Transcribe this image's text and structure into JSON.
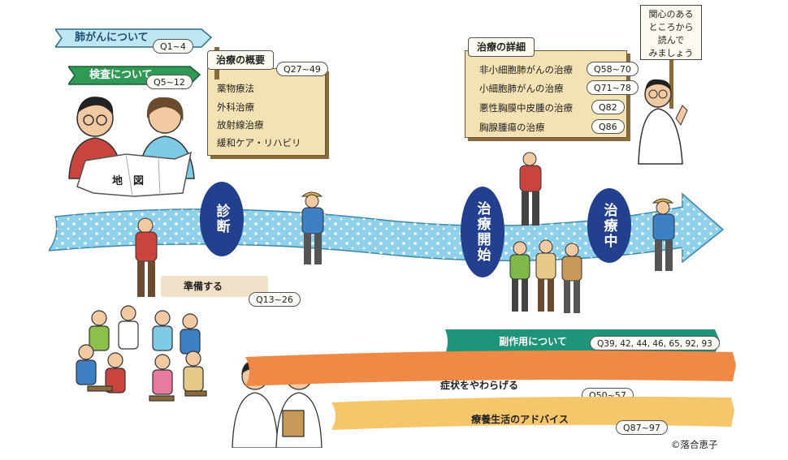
{
  "topics": {
    "lung_cancer": {
      "label": "肺がんについて",
      "q": "Q1~4"
    },
    "exam": {
      "label": "検査について",
      "q": "Q5~12"
    }
  },
  "map_label": "地　図",
  "overview": {
    "title": "治療の概要",
    "q": "Q27~49",
    "items": [
      "薬物療法",
      "外科治療",
      "放射線治療",
      "緩和ケア・リハビリ"
    ]
  },
  "details": {
    "title": "治療の詳細",
    "items": [
      {
        "label": "非小細胞肺がんの治療",
        "q": "Q58~70"
      },
      {
        "label": "小細胞肺がんの治療",
        "q": "Q71~78"
      },
      {
        "label": "悪性胸膜中皮腫の治療",
        "q": "Q82"
      },
      {
        "label": "胸腺腫瘍の治療",
        "q": "Q86"
      }
    ]
  },
  "sign": "関心のある\nところから\n読んで\nみましょう",
  "stages": {
    "diagnosis": "診断",
    "treatment_start": "治療開始",
    "in_treatment": "治療中"
  },
  "prepare": {
    "label": "準備する",
    "q": "Q13~26"
  },
  "bands": {
    "side_effects": {
      "label": "副作用について",
      "q": "Q39, 42, 44, 46, 65, 92, 93",
      "color": "#1e9478"
    },
    "symptoms": {
      "label": "症状をやわらげる",
      "q": "Q50~57",
      "color": "#ee8a45"
    },
    "lifestyle": {
      "label": "療養生活のアドバイス",
      "q": "Q87~97",
      "color": "#f5c66a"
    }
  },
  "credit": "©落合恵子",
  "colors": {
    "river": "#8fd0ea",
    "flag_blue": "#bfe6f3",
    "flag_green": "#2e9a56",
    "oval": "#23408f"
  }
}
